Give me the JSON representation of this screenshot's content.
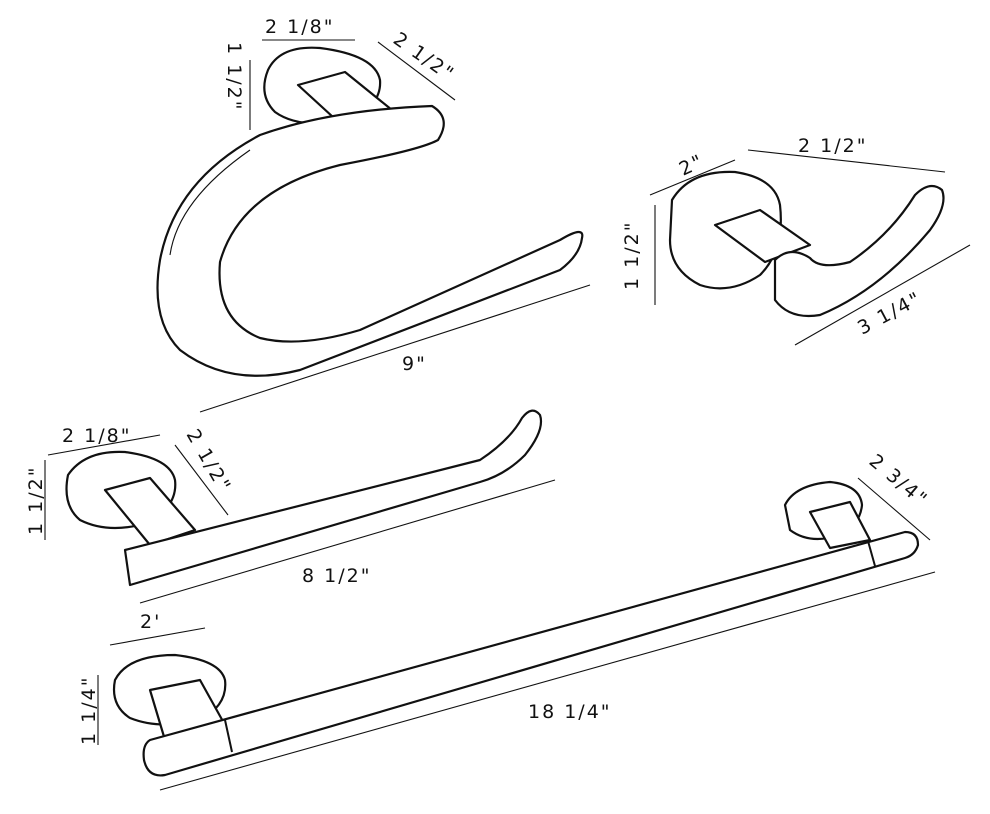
{
  "towel_ring": {
    "mount_width": "2 1/8\"",
    "projection": "2 1/2\"",
    "mount_height": "1 1/2\"",
    "length": "9\""
  },
  "robe_hook": {
    "mount_width": "2\"",
    "projection_top": "2 1/2\"",
    "mount_height": "1 1/2\"",
    "length": "3 1/4\""
  },
  "hand_towel_bar": {
    "mount_width": "2 1/8\"",
    "projection": "2 1/2\"",
    "mount_height": "1 1/2\"",
    "length": "8 1/2\""
  },
  "towel_bar": {
    "projection": "2 3/4\"",
    "mount_width": "2'",
    "mount_height": "1 1/4\"",
    "length": "18 1/4\""
  }
}
